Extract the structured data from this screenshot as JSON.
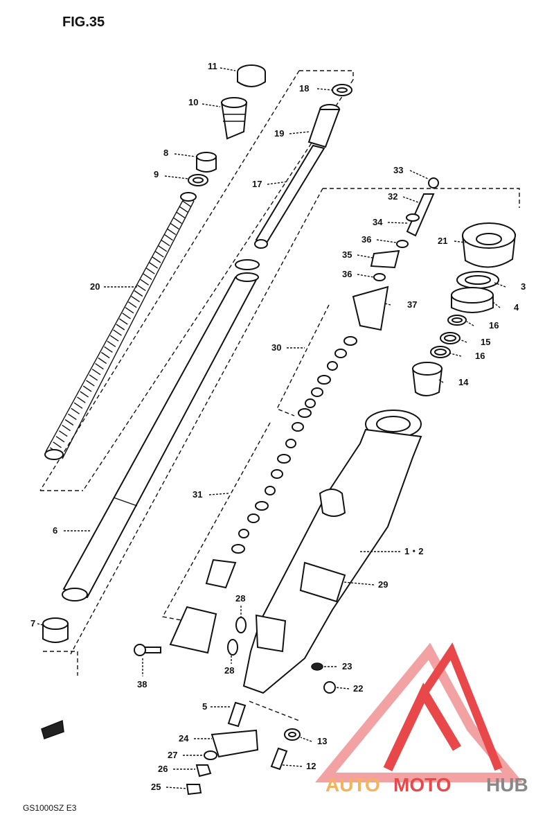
{
  "figure": {
    "title": "FIG.35"
  },
  "footer": {
    "model": "GS1000SZ  E3"
  },
  "logo": {
    "auto": "AUTO",
    "moto": "MOTO",
    "hub": "HUB",
    "color_red": "#e8484a",
    "color_pink": "#f3a2a3",
    "color_gold": "#f2b35a",
    "color_gray": "#888888"
  },
  "callouts": [
    {
      "id": "c11",
      "text": "11"
    },
    {
      "id": "c10",
      "text": "10"
    },
    {
      "id": "c8",
      "text": "8"
    },
    {
      "id": "c9",
      "text": "9"
    },
    {
      "id": "c18",
      "text": "18"
    },
    {
      "id": "c19",
      "text": "19"
    },
    {
      "id": "c17",
      "text": "17"
    },
    {
      "id": "c20",
      "text": "20"
    },
    {
      "id": "c33",
      "text": "33"
    },
    {
      "id": "c32",
      "text": "32"
    },
    {
      "id": "c34",
      "text": "34"
    },
    {
      "id": "c36a",
      "text": "36"
    },
    {
      "id": "c35",
      "text": "35"
    },
    {
      "id": "c36b",
      "text": "36"
    },
    {
      "id": "c21",
      "text": "21"
    },
    {
      "id": "c3",
      "text": "3"
    },
    {
      "id": "c4",
      "text": "4"
    },
    {
      "id": "c37",
      "text": "37"
    },
    {
      "id": "c16a",
      "text": "16"
    },
    {
      "id": "c15",
      "text": "15"
    },
    {
      "id": "c16b",
      "text": "16"
    },
    {
      "id": "c30",
      "text": "30"
    },
    {
      "id": "c14",
      "text": "14"
    },
    {
      "id": "c31",
      "text": "31"
    },
    {
      "id": "c6",
      "text": "6"
    },
    {
      "id": "c12",
      "text": "1・2"
    },
    {
      "id": "c29",
      "text": "29"
    },
    {
      "id": "c7",
      "text": "7"
    },
    {
      "id": "c28a",
      "text": "28"
    },
    {
      "id": "c28b",
      "text": "28"
    },
    {
      "id": "c38",
      "text": "38"
    },
    {
      "id": "c23",
      "text": "23"
    },
    {
      "id": "c22",
      "text": "22"
    },
    {
      "id": "c5",
      "text": "5"
    },
    {
      "id": "c24",
      "text": "24"
    },
    {
      "id": "c13",
      "text": "13"
    },
    {
      "id": "c27",
      "text": "27"
    },
    {
      "id": "c26",
      "text": "26"
    },
    {
      "id": "c12b",
      "text": "12"
    },
    {
      "id": "c25",
      "text": "25"
    }
  ]
}
